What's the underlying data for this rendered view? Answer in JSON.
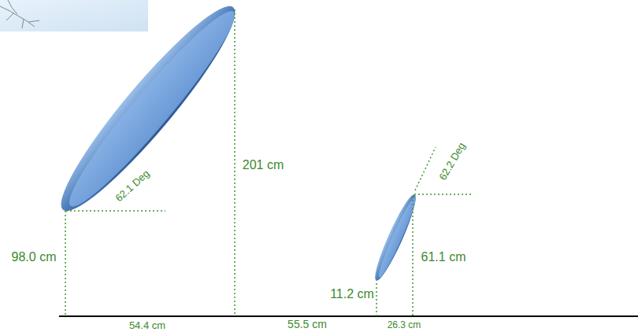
{
  "diagram": {
    "labels": [
      "201 cm",
      "62.1 Deg",
      "98.0 cm",
      "62.2 Deg",
      "61.1 cm",
      "11.2 cm",
      "54.4 cm",
      "55.5 cm",
      "26.3 cm"
    ]
  }
}
